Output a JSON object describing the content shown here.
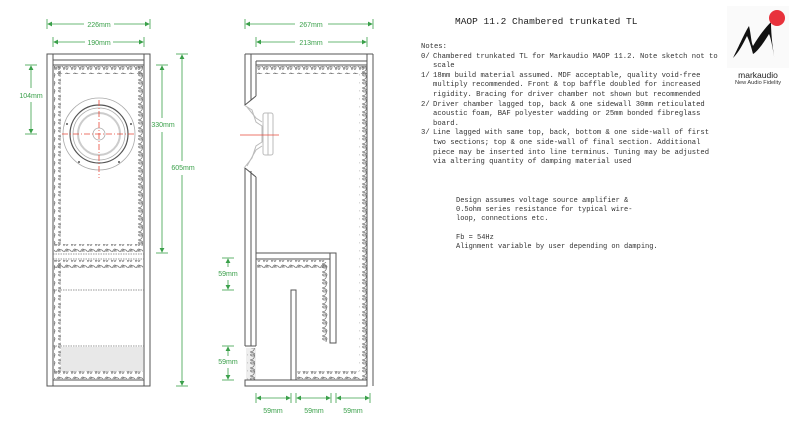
{
  "title": "MAOP 11.2 Chambered trunkated TL",
  "notes": {
    "heading": "Notes:",
    "items": [
      {
        "num": "0/",
        "text": "Chambered trunkated TL for Markaudio MAOP 11.2. Note sketch not to scale"
      },
      {
        "num": "1/",
        "text": "18mm build material assumed. MDF acceptable, quality void-free multiply recommended. Front & top baffle doubled for increased rigidity. Bracing for driver chamber not shown but recommended"
      },
      {
        "num": "2/",
        "text": "Driver chamber lagged top, back & one sidewall 30mm reticulated acoustic foam, BAF polyester wadding or 25mm bonded fibreglass board."
      },
      {
        "num": "3/",
        "text": "Line lagged with same top, back, bottom & one side-wall of first two sections; top & one side-wall of final section. Additional piece may be inserted into line terminus. Tuning may be adjusted via altering quantity of damping material used"
      }
    ]
  },
  "design": {
    "line1": "Design assumes voltage source amplifier &",
    "line2": "0.5ohm series resistance for typical wire-",
    "line3": "loop, connections etc.",
    "fb": "Fb = 54Hz",
    "alignment": "Alignment variable by user depending on damping."
  },
  "logo": {
    "name": "markaudio",
    "tagline": "New Audio Fidelity",
    "dot_color": "#e8323c"
  },
  "front_view": {
    "dims": {
      "outer_width": "226mm",
      "inner_width": "190mm",
      "driver_center_height": "104mm",
      "chamber_height": "330mm",
      "total_height": "605mm"
    }
  },
  "side_view": {
    "dims": {
      "outer_depth": "267mm",
      "inner_depth": "213mm",
      "line_width_upper": "59mm",
      "port_height": "59mm",
      "section_1": "59mm",
      "section_2": "59mm",
      "section_3": "59mm"
    }
  },
  "colors": {
    "dimension": "#3aa04a",
    "centerline": "#e84a3a",
    "outline": "#555555",
    "damping": "#888888"
  }
}
